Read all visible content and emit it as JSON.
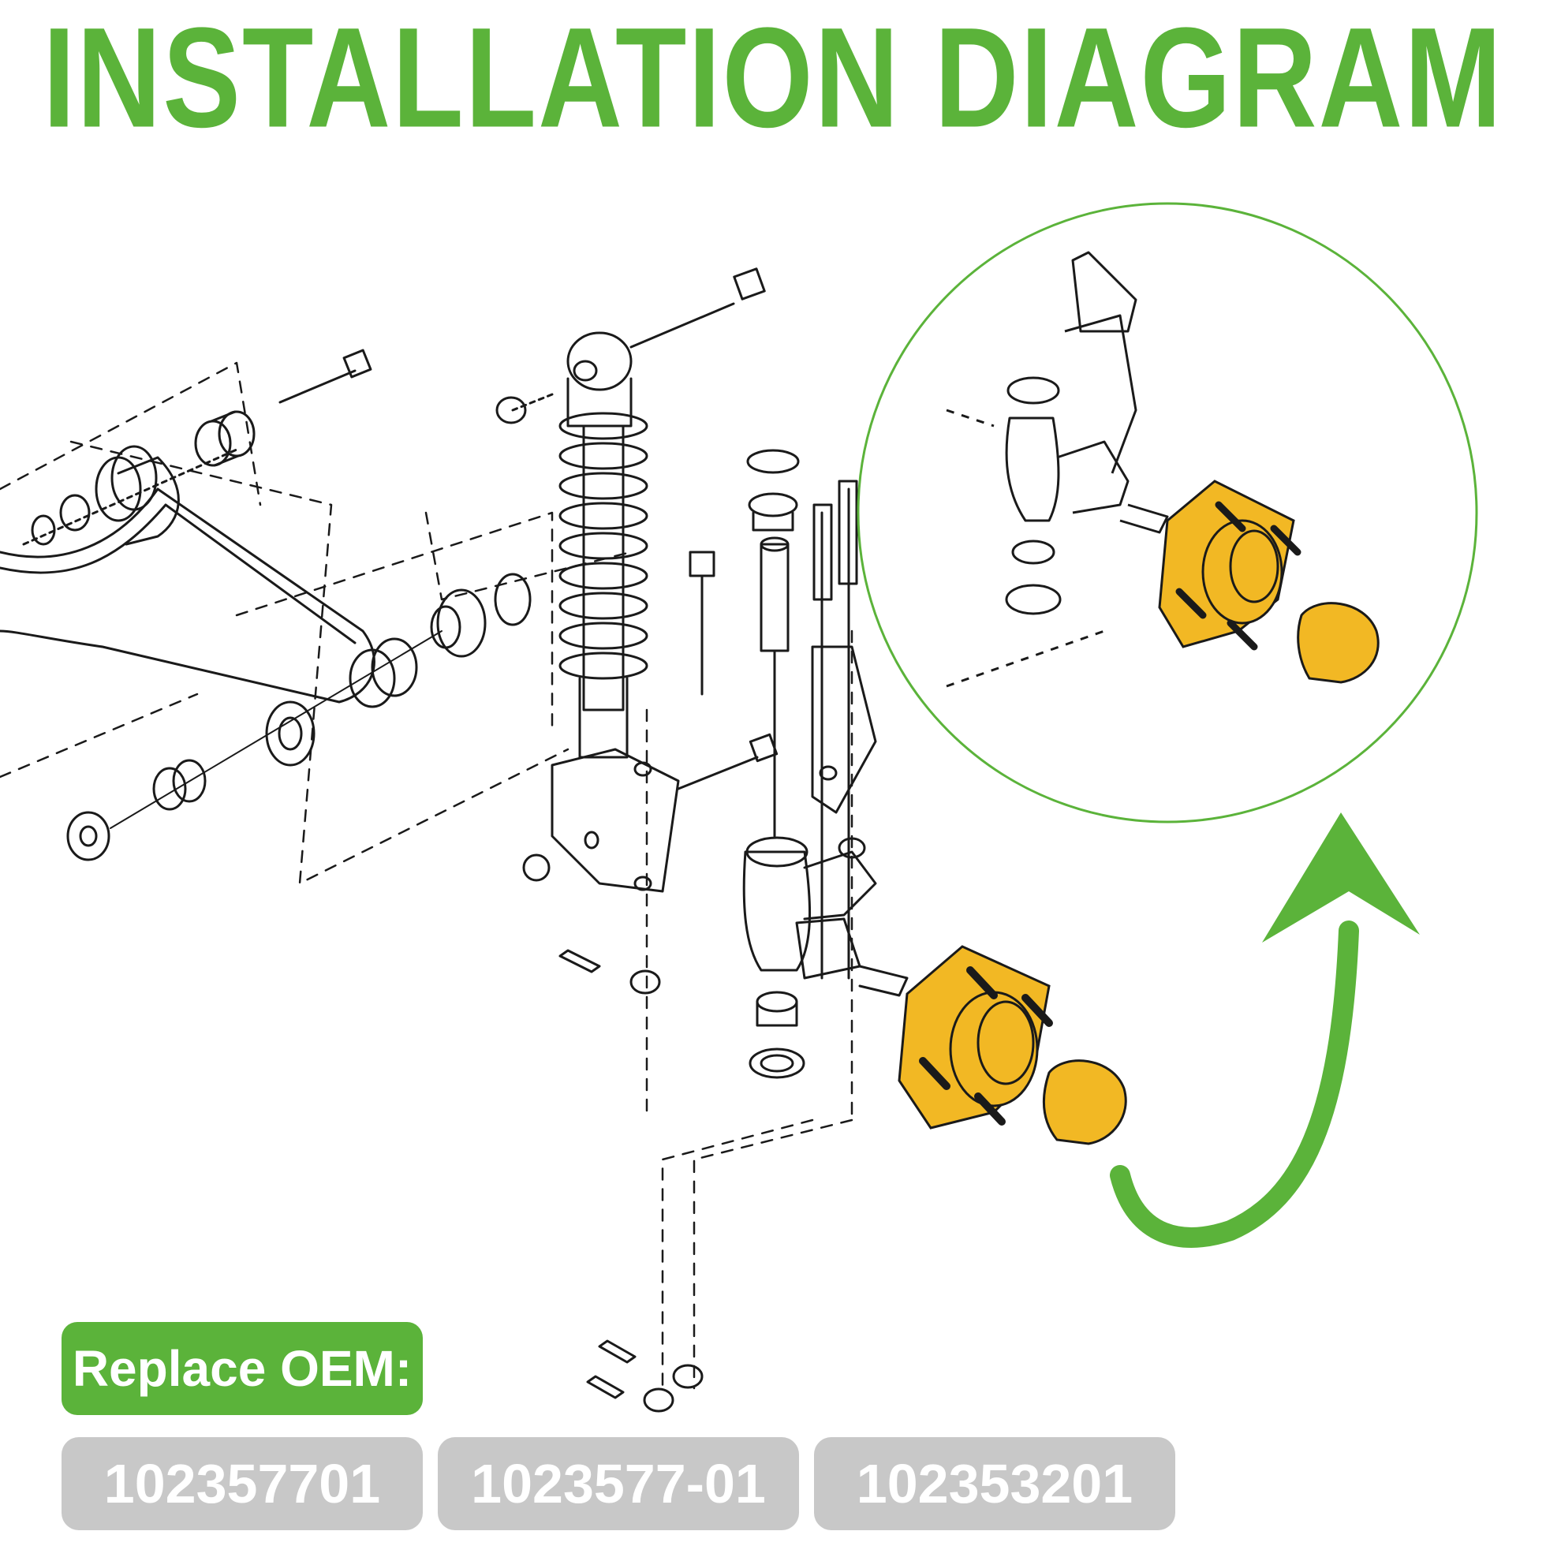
{
  "title": "INSTALLATION DIAGRAM",
  "oem_label": "Replace OEM:",
  "part_numbers": [
    "102357701",
    "1023577-01",
    "102353201"
  ],
  "colors": {
    "accent_green": "#5bb33a",
    "highlight_yellow": "#f2b824",
    "badge_gray": "#c8c8c8",
    "line": "#1a1a1a"
  }
}
